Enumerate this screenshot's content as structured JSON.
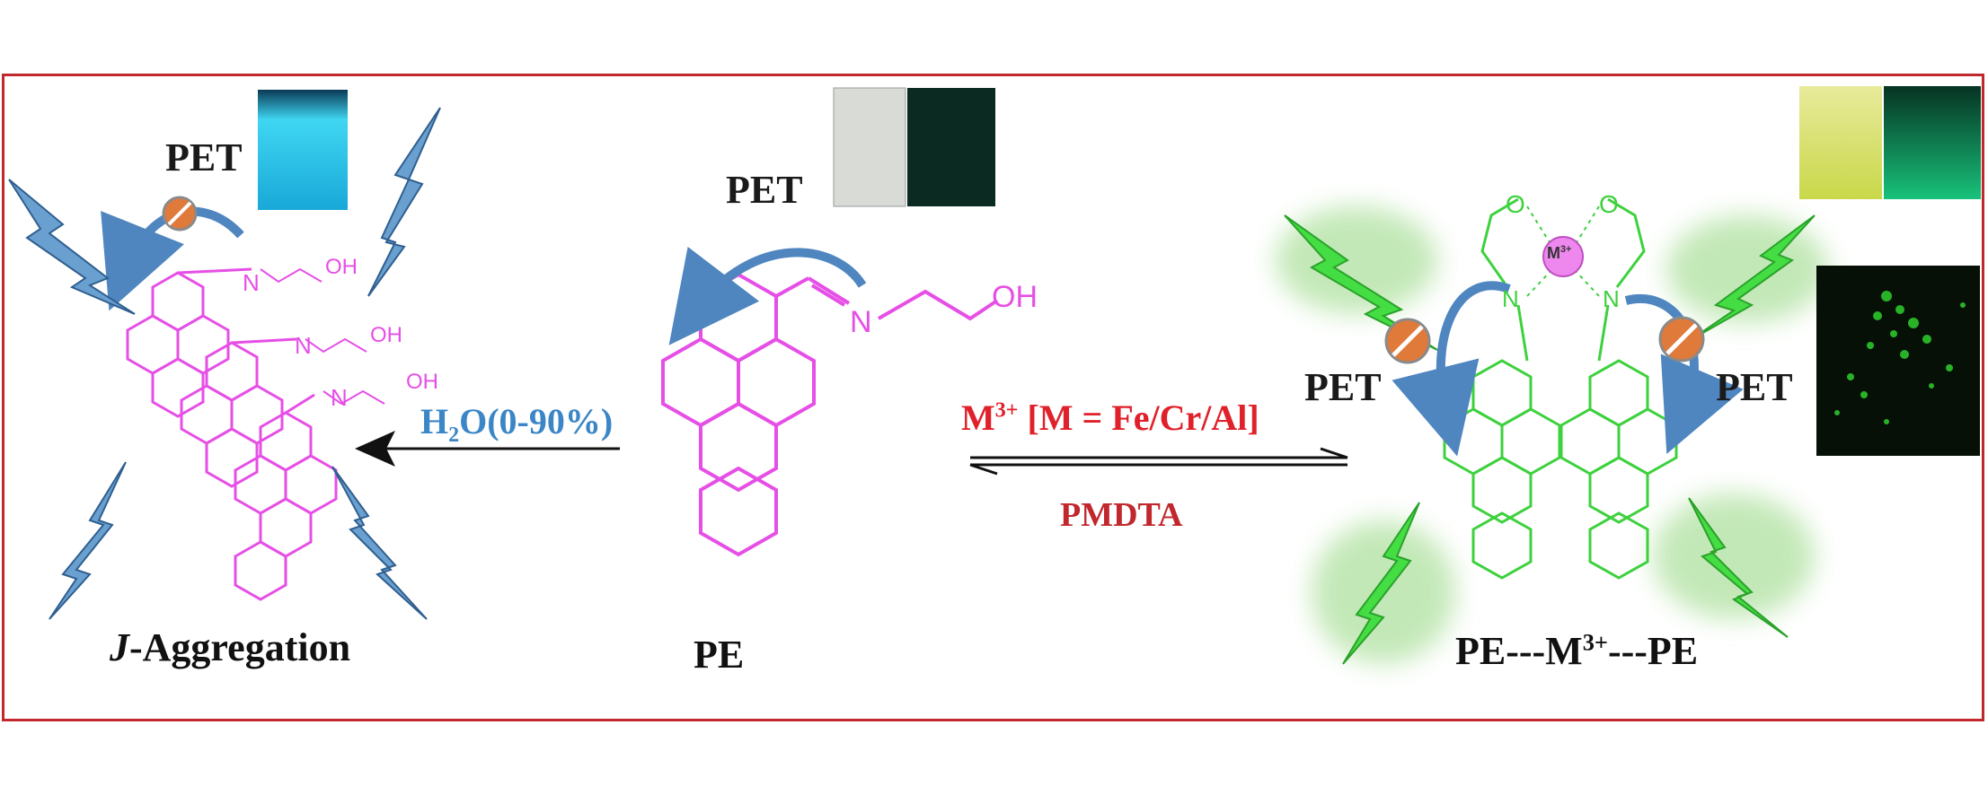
{
  "labels": {
    "pet_left": "PET",
    "pet_center": "PET",
    "pet_right_a": "PET",
    "pet_right_b": "PET",
    "j_prefix": "J",
    "j_suffix": "-Aggregation",
    "pe": "PE",
    "complex_a": "PE---M",
    "complex_sup": "3+",
    "complex_b": "---PE",
    "h2o_a": "H",
    "h2o_sub": "2",
    "h2o_b": "O(0-90%)",
    "metal_a": "M",
    "metal_sup": "3+",
    "metal_b": " [M = Fe/Cr/Al]",
    "pmdta": "PMDTA"
  },
  "chem_labels": {
    "n": "N",
    "oh": "OH",
    "o": "O",
    "m3": "M",
    "m3_sup": "3+"
  },
  "colors": {
    "frame": "#c0282d",
    "pyrene_magenta": "#e64fe6",
    "pyrene_green": "#3dd13d",
    "pet_arrow_blue": "#4f86c0",
    "bolt_blue": "#6aa0d0",
    "bolt_green": "#44dd44",
    "h2o_text": "#3b86c6",
    "metal_text": "#e0202a",
    "metal_ball": "#ee88ee",
    "block_icon": "#e07a3a"
  }
}
